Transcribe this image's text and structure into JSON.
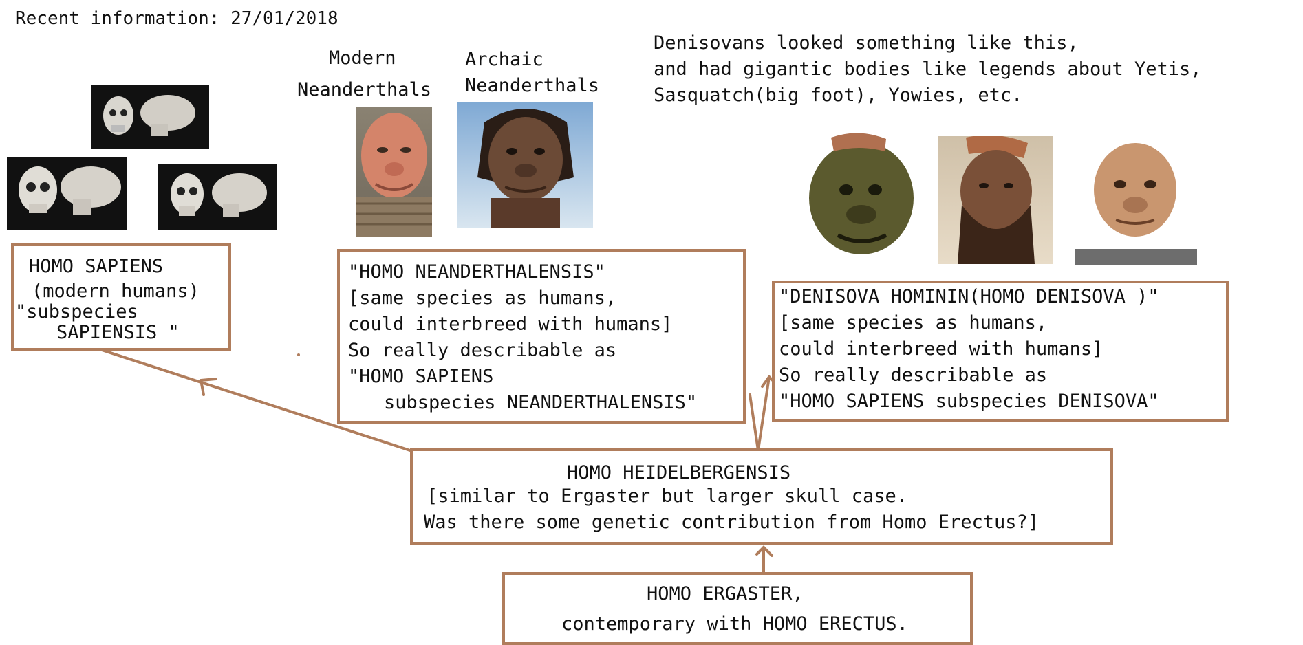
{
  "header": {
    "recent_info": "Recent information: 27/01/2018"
  },
  "neanderthal_labels": {
    "modern_1": "Modern",
    "modern_2": "Neanderthals",
    "archaic_1": "Archaic",
    "archaic_2": "Neanderthals"
  },
  "denisovan_note": {
    "line1": "Denisovans looked something like this,",
    "line2": "and had gigantic bodies like legends about Yetis,",
    "line3": "Sasquatch(big foot), Yowies, etc."
  },
  "boxes": {
    "sapiens": {
      "line1": "HOMO SAPIENS",
      "line2": "(modern humans)",
      "line3": "\"subspecies",
      "line4": "SAPIENSIS \""
    },
    "neanderthalensis": {
      "line1": "\"HOMO NEANDERTHALENSIS\"",
      "line2": "[same species as humans,",
      "line3": "could interbreed with humans]",
      "line4": "So really describable as",
      "line5": "\"HOMO SAPIENS",
      "line6": "subspecies NEANDERTHALENSIS\""
    },
    "denisova": {
      "line1": "\"DENISOVA HOMININ(HOMO DENISOVA )\"",
      "line2": "[same species as humans,",
      "line3": "could interbreed with humans]",
      "line4": "So really describable as",
      "line5": "\"HOMO SAPIENS subspecies DENISOVA\""
    },
    "heidelbergensis": {
      "line1": "HOMO HEIDELBERGENSIS",
      "line2": "[similar to Ergaster but larger skull case.",
      "line3": "Was there some genetic contribution from Homo Erectus?]"
    },
    "ergaster": {
      "line1": "HOMO ERGASTER,",
      "line2": "contemporary with HOMO ERECTUS."
    }
  },
  "colors": {
    "connector": "#b07d5c",
    "box_border": "#b07d5c"
  }
}
